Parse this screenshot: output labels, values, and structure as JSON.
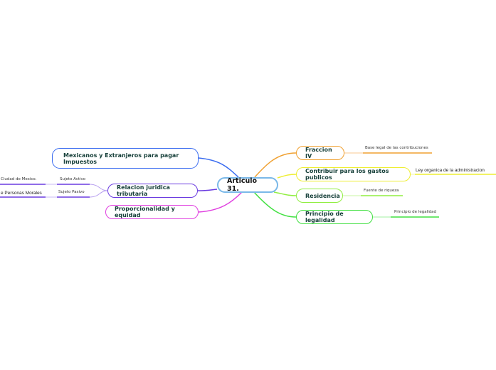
{
  "central": {
    "label": "Articulo 31."
  },
  "left": [
    {
      "label": "Mexicanos y Extranjeros para pagar Impuestos",
      "color": "#3a6cf0"
    },
    {
      "label": "Relacion juridica tributaria",
      "color": "#6a3be0",
      "children": [
        {
          "label": "Sujeto Activo",
          "children": [
            {
              "label": "Ciudad de Mexico."
            }
          ]
        },
        {
          "label": "Sujeto Pasivo",
          "children": [
            {
              "label": "e Personas Morales"
            }
          ]
        }
      ]
    },
    {
      "label": "Proporcionalidad y equidad",
      "color": "#e040e0"
    }
  ],
  "right": [
    {
      "label": "Fraccion IV",
      "color": "#f0a030",
      "child": "Base legal de las contribuciones"
    },
    {
      "label": "Contribuir para los gastos publicos",
      "color": "#eeee30",
      "child": "Ley organica de la administracion"
    },
    {
      "label": "Residencia",
      "color": "#90ee40",
      "child": "Fuente de riqueza"
    },
    {
      "label": "Principio de legalidad",
      "color": "#40e040",
      "child": "Principio de legalidad"
    }
  ]
}
